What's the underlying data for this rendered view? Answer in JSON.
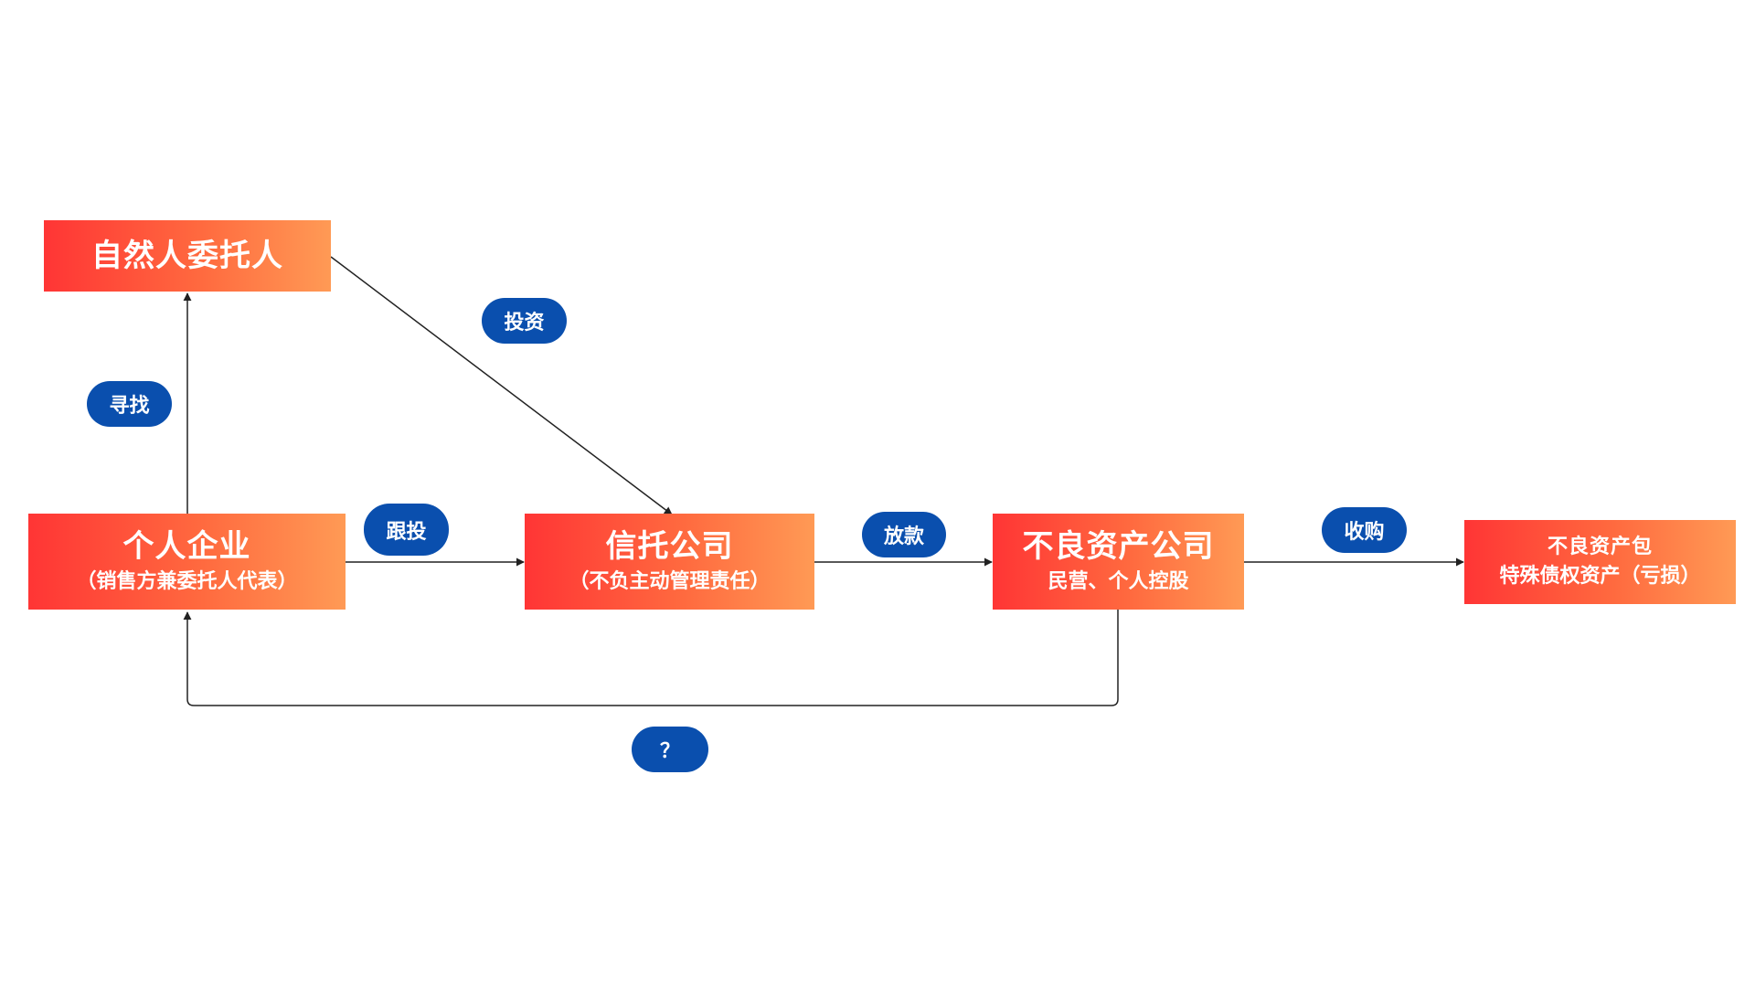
{
  "nodes": {
    "natural_person": {
      "title": "自然人委托人"
    },
    "individual_enterprise": {
      "title": "个人企业",
      "sub": "（销售方兼委托人代表）"
    },
    "trust_company": {
      "title": "信托公司",
      "sub": "（不负主动管理责任）"
    },
    "npl_company": {
      "title": "不良资产公司",
      "sub": "民营、个人控股"
    },
    "npl_package": {
      "title": "不良资产包",
      "sub": "特殊债权资产（亏损）"
    }
  },
  "labels": {
    "invest": "投资",
    "seek": "寻找",
    "co_invest": "跟投",
    "loan": "放款",
    "acquire": "收购",
    "unknown": "？"
  },
  "colors": {
    "node_gradient_start": "#ff3535",
    "node_gradient_end": "#ff9a55",
    "pill": "#0a4fae",
    "line": "#222222"
  }
}
